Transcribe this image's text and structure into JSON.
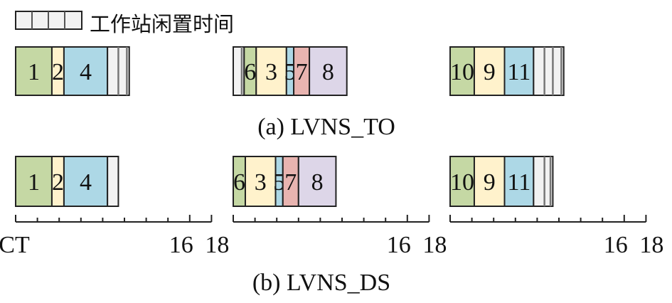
{
  "legend": {
    "label": "工作站闲置时间",
    "idle_color": "#f2f2f2"
  },
  "colors": {
    "1": "#c5d8a4",
    "2": "#fff2cc",
    "3": "#fff2cc",
    "4": "#add8e6",
    "5": "#add8e6",
    "6": "#c5d8a4",
    "7": "#e8b4b0",
    "8": "#ddd6e8",
    "9": "#fff2cc",
    "10": "#c5d8a4",
    "11": "#add8e6",
    "idle": "#f2f2f2"
  },
  "panels": [
    {
      "caption": "(a) LVNS_TO",
      "workstations": [
        {
          "segments": [
            {
              "task": "1",
              "start": 0,
              "end": 3.33
            },
            {
              "task": "2",
              "start": 3.33,
              "end": 4.44
            },
            {
              "task": "4",
              "start": 4.44,
              "end": 8.44
            },
            {
              "task": "idle",
              "start": 8.44,
              "end": 10.44,
              "marks": [
                9.44,
                10.22
              ]
            }
          ]
        },
        {
          "segments": [
            {
              "task": "idle",
              "start": 0,
              "end": 1.0,
              "marks": [
                0.78
              ]
            },
            {
              "task": "6",
              "start": 1.0,
              "end": 2.11
            },
            {
              "task": "3",
              "start": 2.11,
              "end": 4.89
            },
            {
              "task": "5",
              "start": 4.89,
              "end": 5.56
            },
            {
              "task": "7",
              "start": 5.56,
              "end": 7.0
            },
            {
              "task": "8",
              "start": 7.0,
              "end": 10.44
            }
          ]
        },
        {
          "segments": [
            {
              "task": "10",
              "start": 0,
              "end": 2.22
            },
            {
              "task": "9",
              "start": 2.22,
              "end": 5.0
            },
            {
              "task": "11",
              "start": 5.0,
              "end": 7.67
            },
            {
              "task": "idle",
              "start": 7.67,
              "end": 10.44,
              "marks": [
                8.67,
                9.44,
                10.22
              ]
            }
          ]
        }
      ]
    },
    {
      "caption": "(b) LVNS_DS",
      "workstations": [
        {
          "segments": [
            {
              "task": "1",
              "start": 0,
              "end": 3.33
            },
            {
              "task": "2",
              "start": 3.33,
              "end": 4.44
            },
            {
              "task": "4",
              "start": 4.44,
              "end": 8.44
            },
            {
              "task": "idle",
              "start": 8.44,
              "end": 9.44
            }
          ]
        },
        {
          "segments": [
            {
              "task": "6",
              "start": 0,
              "end": 1.11
            },
            {
              "task": "3",
              "start": 1.11,
              "end": 3.89
            },
            {
              "task": "5",
              "start": 3.89,
              "end": 4.56
            },
            {
              "task": "7",
              "start": 4.56,
              "end": 6.0
            },
            {
              "task": "8",
              "start": 6.0,
              "end": 9.44
            }
          ]
        },
        {
          "segments": [
            {
              "task": "10",
              "start": 0,
              "end": 2.22
            },
            {
              "task": "9",
              "start": 2.22,
              "end": 5.0
            },
            {
              "task": "11",
              "start": 5.0,
              "end": 7.67
            },
            {
              "task": "idle",
              "start": 7.67,
              "end": 9.44,
              "marks": [
                8.67,
                9.22
              ]
            }
          ]
        }
      ]
    }
  ],
  "axis": {
    "max": 18,
    "minor_step": 1,
    "major": [
      0,
      16,
      18
    ],
    "tick_labels": [
      [
        "CT",
        "16",
        "18"
      ],
      [
        "",
        "16",
        "18"
      ],
      [
        "",
        "16",
        "18"
      ]
    ]
  }
}
